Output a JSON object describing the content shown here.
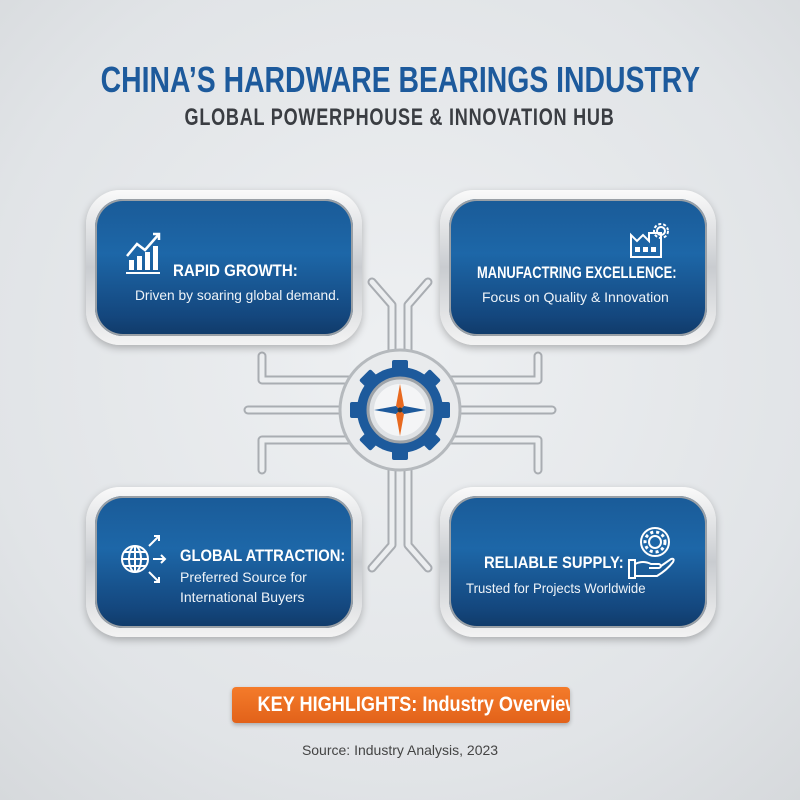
{
  "header": {
    "title": "CHINA’S HARDWARE BEARINGS INDUSTRY",
    "subtitle": "GLOBAL POWERPHOUSE & INNOVATION HUB"
  },
  "cards": [
    {
      "title": "RAPID GROWTH:",
      "desc": "Driven by soaring global demand.",
      "icon": "growth-chart-icon"
    },
    {
      "title": "MANUFACTRING EXCELLENCE:",
      "desc": "Focus on Quality & Innovation",
      "icon": "factory-gear-icon"
    },
    {
      "title": "GLOBAL ATTRACTION:",
      "desc_lines": [
        "Preferred Source for",
        "International Buyers"
      ],
      "icon": "globe-arrows-icon"
    },
    {
      "title": "RELIABLE SUPPLY:",
      "desc": "Trusted for Projects Worldwide",
      "icon": "bearing-hand-icon"
    }
  ],
  "center": {
    "icon": "gear-compass-icon"
  },
  "footer": {
    "highlight": "KEY HIGHLIGHTS: Industry Overview",
    "source": "Source: Industry Analysis, 2023"
  },
  "colors": {
    "primary": "#1d5a9c",
    "accent": "#e8691f",
    "background": "#e4e7ea"
  }
}
